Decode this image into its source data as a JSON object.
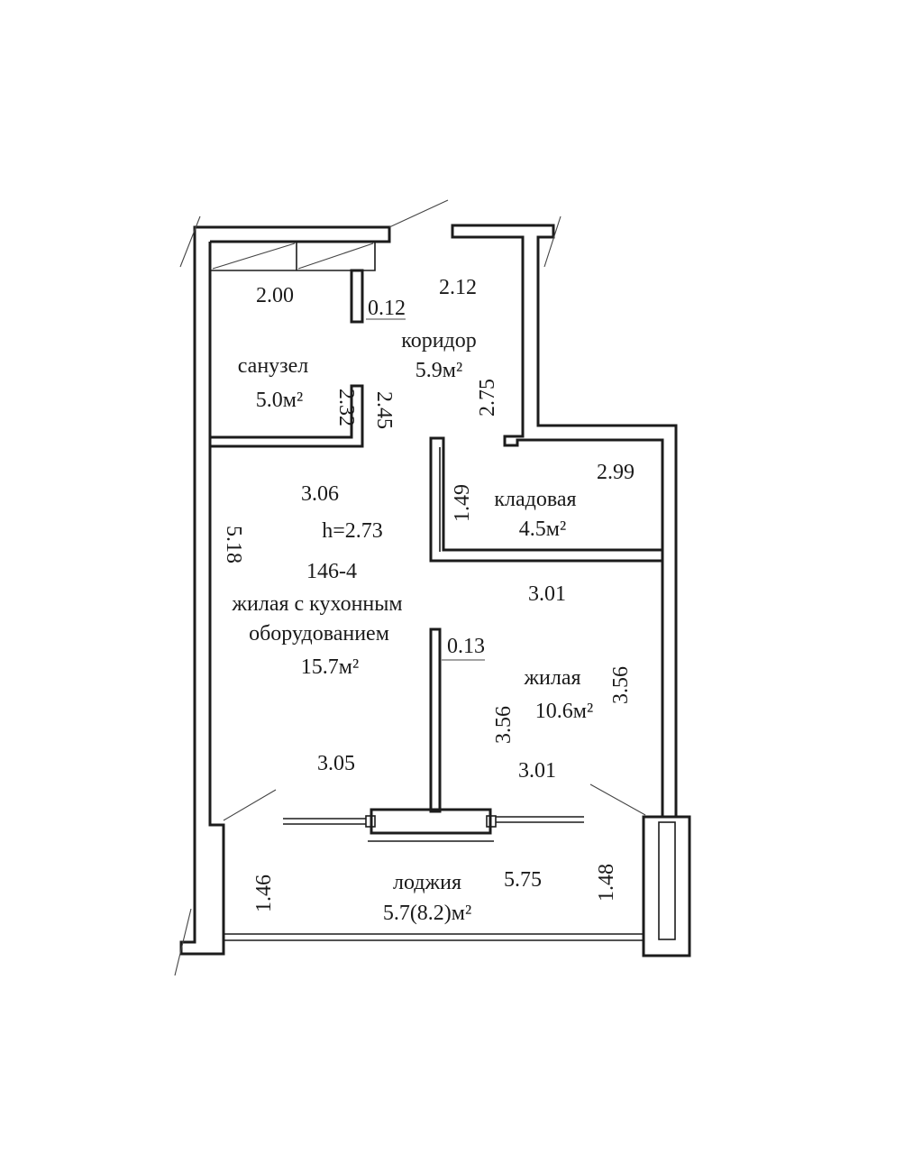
{
  "rooms": {
    "sanuzel": {
      "name": "санузел",
      "area": "5.0м²"
    },
    "koridor": {
      "name": "коридор",
      "area": "5.9м²"
    },
    "kladovaya": {
      "name": "кладовая",
      "area": "4.5м²"
    },
    "zhilaya_kitchen": {
      "name_line1": "жилая с кухонным",
      "name_line2": "оборудованием",
      "area": "15.7м²"
    },
    "zhilaya": {
      "name": "жилая",
      "area": "10.6м²"
    },
    "lodzhiya": {
      "name": "лоджия",
      "area": "5.7(8.2)м²"
    }
  },
  "labels": {
    "height": "h=2.73",
    "apartment_code": "146-4"
  },
  "dimensions": {
    "d_2_00": "2.00",
    "d_0_12": "0.12",
    "d_2_12": "2.12",
    "d_2_32": "2.32",
    "d_2_45": "2.45",
    "d_2_75": "2.75",
    "d_3_06": "3.06",
    "d_5_18": "5.18",
    "d_1_49": "1.49",
    "d_2_99": "2.99",
    "d_3_01_top": "3.01",
    "d_0_13": "0.13",
    "d_3_56_left": "3.56",
    "d_3_56_right": "3.56",
    "d_3_05": "3.05",
    "d_3_01_bottom": "3.01",
    "d_1_46": "1.46",
    "d_5_75": "5.75",
    "d_1_48": "1.48"
  }
}
